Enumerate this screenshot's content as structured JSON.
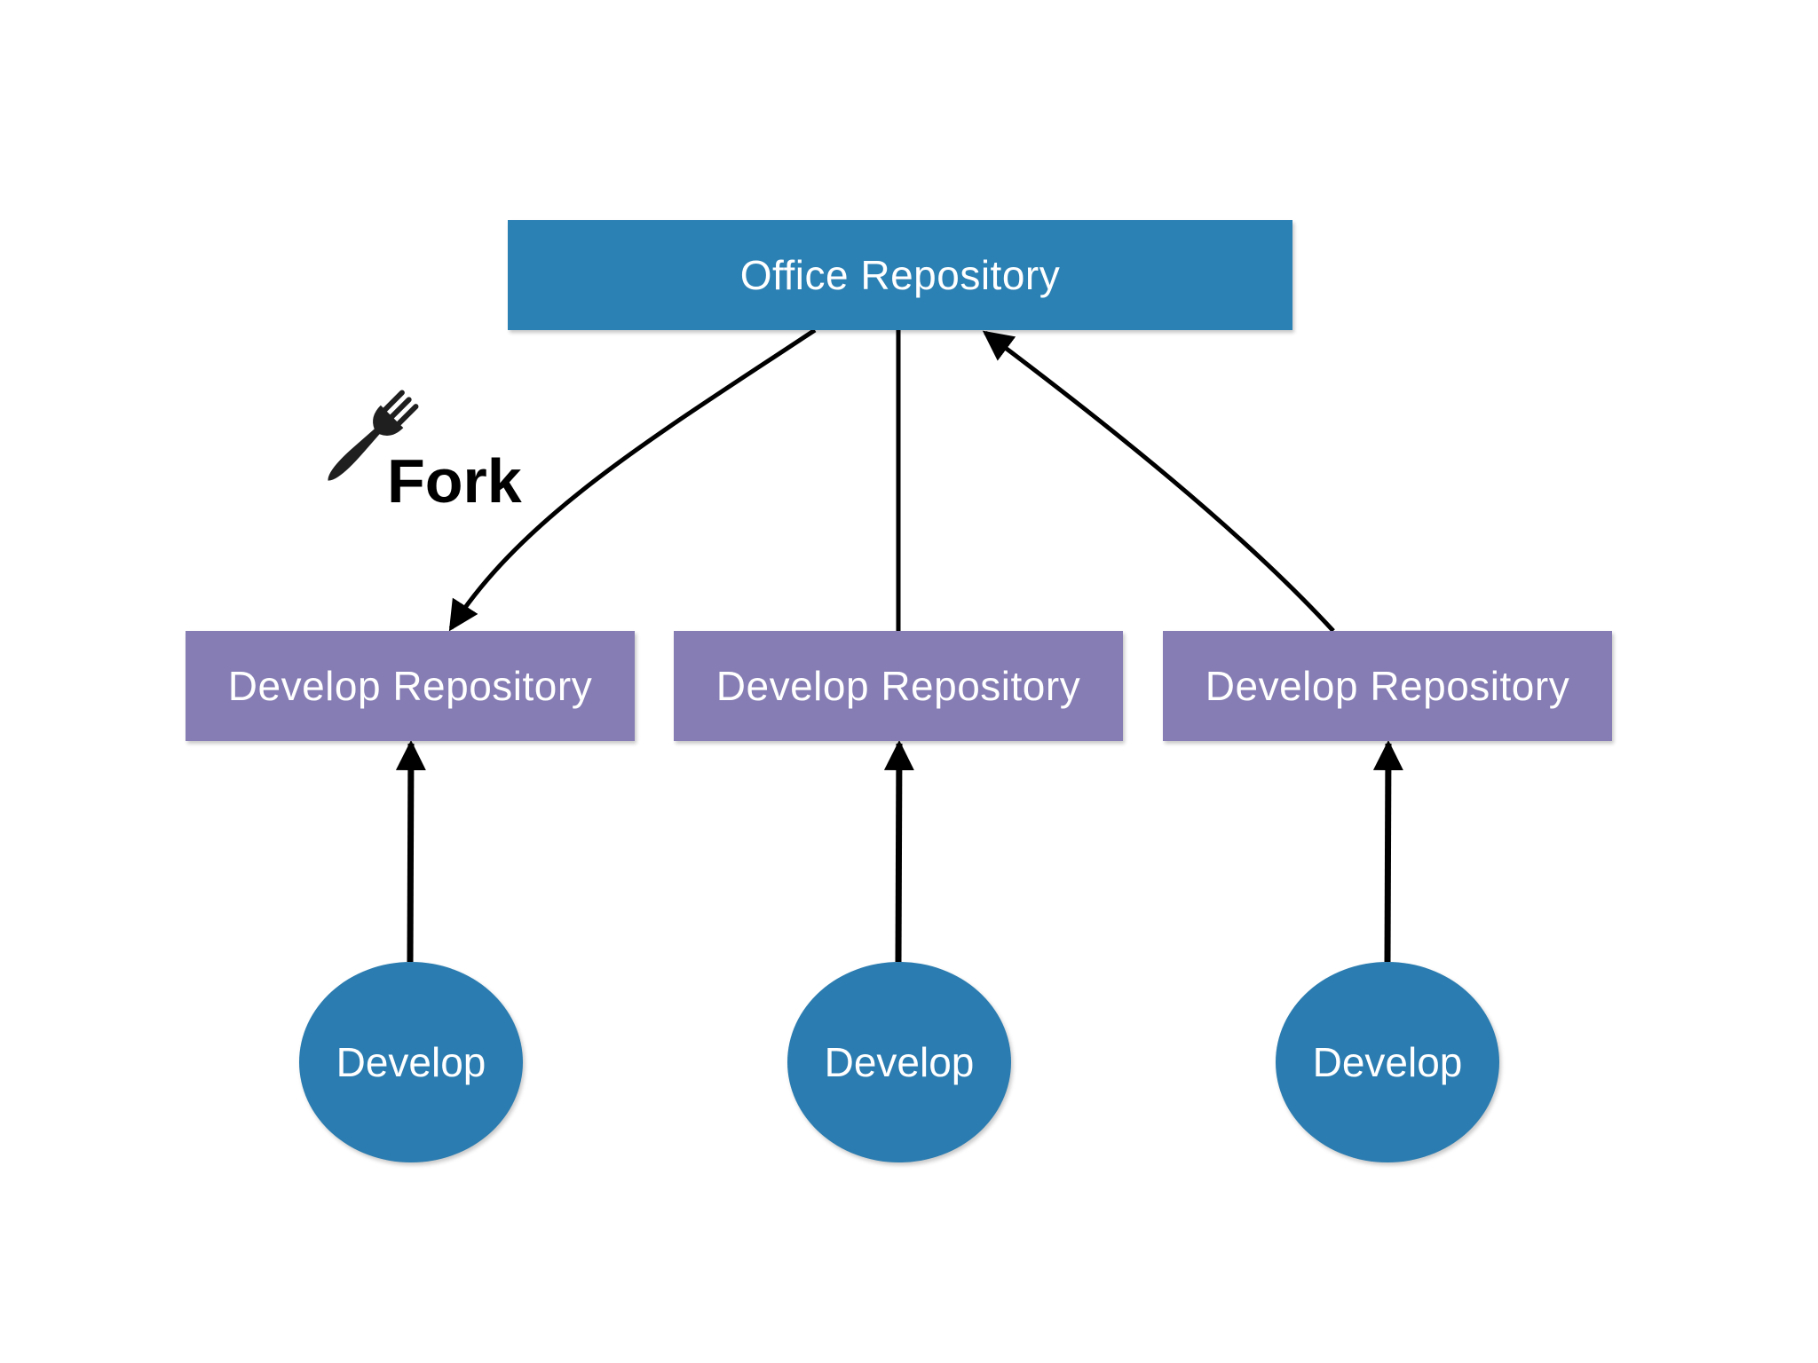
{
  "colors": {
    "office_fill": "#2b80b4",
    "develop_repo_fill": "#857db3",
    "develop_node_fill": "#2b7cb0",
    "connector": "#000000",
    "text": "#ffffff"
  },
  "office_repository": {
    "label": "Office Repository"
  },
  "develop_repositories": [
    {
      "label": "Develop Repository"
    },
    {
      "label": "Develop Repository"
    },
    {
      "label": "Develop Repository"
    }
  ],
  "develop_nodes": [
    {
      "label": "Develop"
    },
    {
      "label": "Develop"
    },
    {
      "label": "Develop"
    }
  ],
  "fork": {
    "label": "Fork",
    "icon": "fork-icon"
  }
}
